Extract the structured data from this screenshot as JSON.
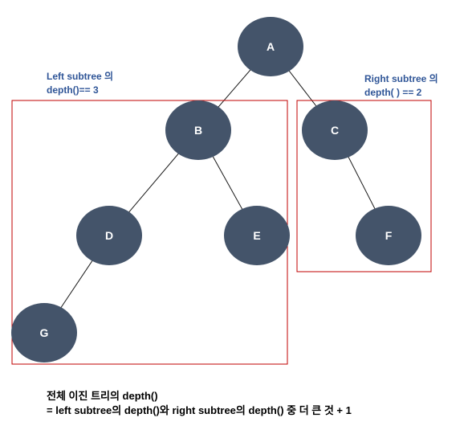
{
  "colors": {
    "node_fill": "#44546a",
    "node_text": "#ffffff",
    "subtree_border": "#c00000",
    "annotation_text": "#2f5597",
    "body_text": "#000000"
  },
  "nodes": [
    {
      "id": "A",
      "label": "A"
    },
    {
      "id": "B",
      "label": "B"
    },
    {
      "id": "C",
      "label": "C"
    },
    {
      "id": "D",
      "label": "D"
    },
    {
      "id": "E",
      "label": "E"
    },
    {
      "id": "F",
      "label": "F"
    },
    {
      "id": "G",
      "label": "G"
    }
  ],
  "edges": [
    {
      "from": "A",
      "to": "B"
    },
    {
      "from": "A",
      "to": "C"
    },
    {
      "from": "B",
      "to": "D"
    },
    {
      "from": "B",
      "to": "E"
    },
    {
      "from": "C",
      "to": "F"
    },
    {
      "from": "D",
      "to": "G"
    }
  ],
  "left_subtree": {
    "line1": "Left subtree 의",
    "line2": "depth()== 3"
  },
  "right_subtree": {
    "line1": "Right subtree 의",
    "line2": "depth( ) == 2"
  },
  "footer": {
    "line1": "전체 이진 트리의 depth()",
    "line2": "= left subtree의 depth()와 right subtree의 depth() 중 더 큰 것 + 1"
  }
}
